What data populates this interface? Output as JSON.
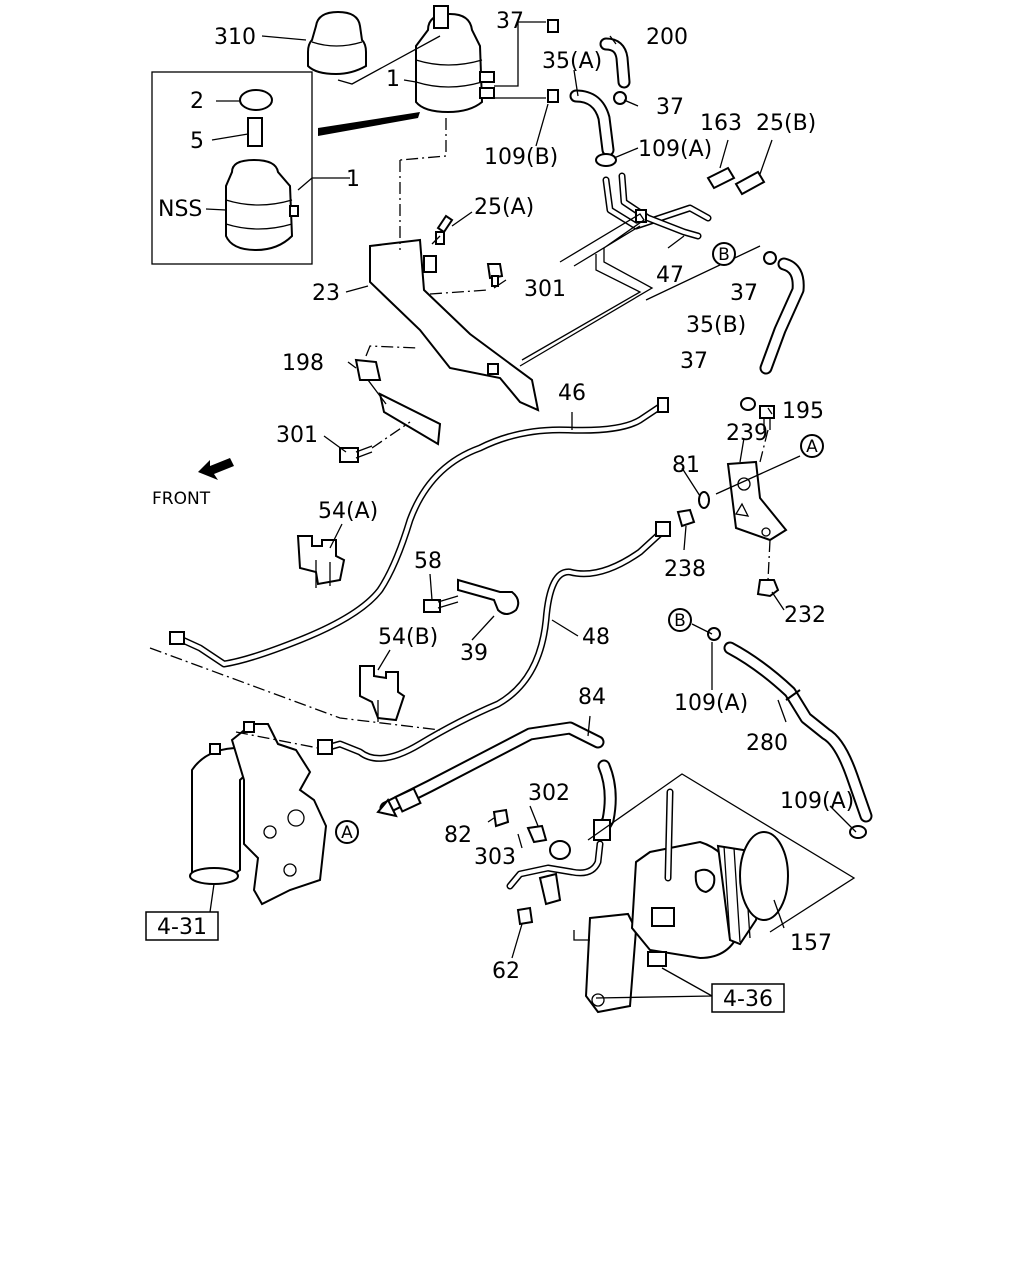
{
  "callouts": {
    "c310": "310",
    "c1_top": "1",
    "c1_box": "1",
    "c2": "2",
    "c5": "5",
    "cNSS": "NSS",
    "c37_a": "37",
    "c37_b": "37",
    "c37_c": "37",
    "c37_d": "37",
    "c200": "200",
    "c35a": "35(A)",
    "c35b": "35(B)",
    "c109b": "109(B)",
    "c109a_1": "109(A)",
    "c109a_2": "109(A)",
    "c109a_3": "109(A)",
    "c163": "163",
    "c25b": "25(B)",
    "c25a": "25(A)",
    "c47": "47",
    "c23": "23",
    "c301_a": "301",
    "c301_b": "301",
    "c198": "198",
    "c46": "46",
    "c195": "195",
    "c239": "239",
    "c81": "81",
    "c238": "238",
    "c232": "232",
    "c54a": "54(A)",
    "c54b": "54(B)",
    "c58": "58",
    "c39": "39",
    "c48": "48",
    "c84": "84",
    "c280": "280",
    "c302": "302",
    "c82": "82",
    "c303": "303",
    "c157": "157",
    "c62": "62",
    "ref431": "4-31",
    "ref436": "4-36",
    "front": "FRONT"
  },
  "connectors": {
    "A_1": "A",
    "A_2": "A",
    "B_1": "B",
    "B_2": "B"
  },
  "icons": {
    "front_arrow": "front-arrow-icon"
  }
}
